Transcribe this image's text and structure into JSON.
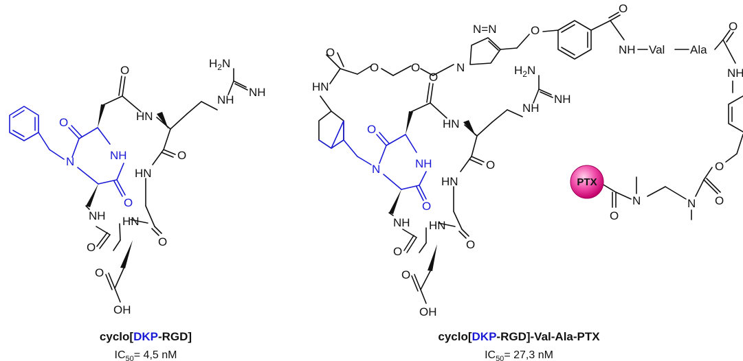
{
  "atoms": {
    "O": "O",
    "N": "N",
    "NH": "NH",
    "HN": "HN",
    "OH": "OH",
    "H2N_main": "H",
    "H2N_sub": "2",
    "H2N_tail": "N",
    "Val": "Val",
    "Ala": "Ala",
    "NH_Val": "NH",
    "N_triazole": "N",
    "N_eq_N": "N=N"
  },
  "compounds": [
    {
      "name_prefix": "cyclo[",
      "name_highlight": "DKP",
      "name_suffix": "-RGD]",
      "ic50_label": "IC",
      "ic50_sub": "50",
      "ic50_value": "= 4,5 nM"
    },
    {
      "name_prefix": "cyclo[",
      "name_highlight": "DKP",
      "name_suffix": "-RGD]-Val-Ala-PTX",
      "ic50_label": "IC",
      "ic50_sub": "50",
      "ic50_value": "= 27,3 nM"
    }
  ],
  "ptx": {
    "label": "PTX",
    "color": "#e8007d"
  },
  "colors": {
    "dkp": "#1a1ad6",
    "ink": "#111111"
  }
}
